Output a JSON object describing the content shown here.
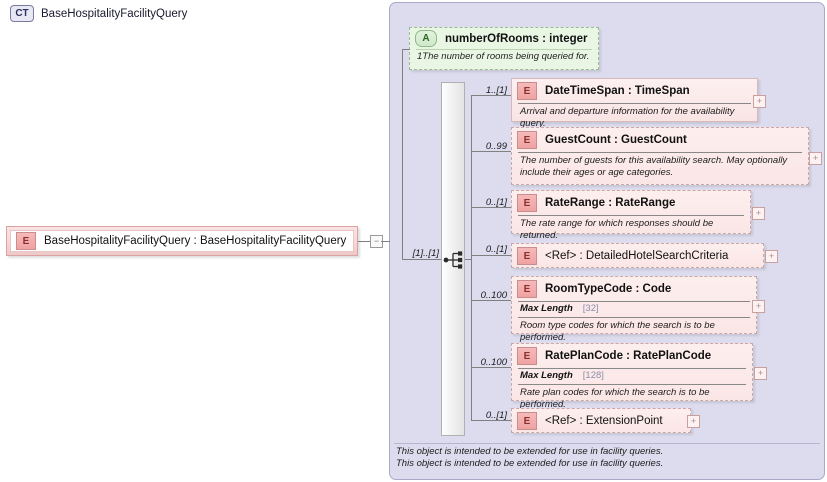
{
  "diagram": {
    "type": "xsd-schema-diagram",
    "colors": {
      "container_bg": "#dcdcee",
      "element_pink": "#fbe6e6",
      "attribute_green": "#e9f6e4",
      "badge_red": "#8d2f2f",
      "line_gray": "#808080"
    }
  },
  "root_element": {
    "badge": "E",
    "badge_name": "element-badge",
    "label": "BaseHospitalityFacilityQuery : BaseHospitalityFacilityQuery",
    "collapse_button": "−"
  },
  "complex_type": {
    "badge": "CT",
    "badge_name": "complextype-badge",
    "title": "BaseHospitalityFacilityQuery",
    "documentation": [
      "This object is intended to be extended for use in facility queries.",
      "This object is intended to be extended for use in facility queries."
    ]
  },
  "attribute": {
    "badge": "A",
    "badge_name": "attribute-badge",
    "label": "numberOfRooms : integer",
    "occurrence": "1",
    "documentation": "The number of rooms being queried for."
  },
  "compositor": {
    "kind": "sequence",
    "cardinality": "[1]..[1]"
  },
  "particles": [
    {
      "badge": "E",
      "cardinality": "1..[1]",
      "name": "DateTimeSpan",
      "type": "TimeSpan",
      "label": "DateTimeSpan : TimeSpan",
      "documentation": "Arrival and departure information for the availability query.",
      "expand_button": "+",
      "border": "solid"
    },
    {
      "badge": "E",
      "cardinality": "0..99",
      "name": "GuestCount",
      "type": "GuestCount",
      "label": "GuestCount : GuestCount",
      "documentation": "The number of guests for this availability search.  May optionally include their ages or age categories.",
      "expand_button": "+",
      "border": "dashed"
    },
    {
      "badge": "E",
      "cardinality": "0..[1]",
      "name": "RateRange",
      "type": "RateRange",
      "label": "RateRange : RateRange",
      "documentation": "The rate range for which responses should be returned.",
      "expand_button": "+",
      "border": "dashed"
    },
    {
      "badge": "E",
      "cardinality": "0..[1]",
      "name": "<Ref>",
      "type": "DetailedHotelSearchCriteria",
      "label": "<Ref>        : DetailedHotelSearchCriteria",
      "documentation": "",
      "expand_button": "+",
      "border": "dashed"
    },
    {
      "badge": "E",
      "cardinality": "0..100",
      "name": "RoomTypeCode",
      "type": "Code",
      "label": "RoomTypeCode : Code",
      "facet_name": "Max Length",
      "facet_value": "[32]",
      "documentation": "Room type codes for which the search is to be performed.",
      "expand_button": "+",
      "border": "dashed"
    },
    {
      "badge": "E",
      "cardinality": "0..100",
      "name": "RatePlanCode",
      "type": "RatePlanCode",
      "label": "RatePlanCode : RatePlanCode",
      "facet_name": "Max Length",
      "facet_value": "[128]",
      "documentation": "Rate plan codes for which the search is to be performed.",
      "expand_button": "+",
      "border": "dashed"
    },
    {
      "badge": "E",
      "cardinality": "0..[1]",
      "name": "<Ref>",
      "type": "ExtensionPoint",
      "label": "<Ref>        : ExtensionPoint",
      "documentation": "",
      "expand_button": "+",
      "border": "dashed"
    }
  ]
}
